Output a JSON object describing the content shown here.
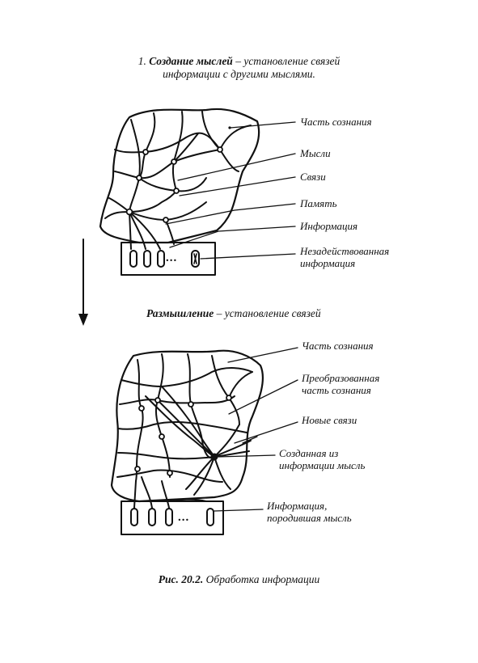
{
  "heading": {
    "number": "1.",
    "bold": "Создание мыслей",
    "rest_line1": " – установление связей",
    "line2": "информации с другими мыслями."
  },
  "top_labels": [
    "Часть сознания",
    "Мысли",
    "Связи",
    "Память",
    "Информация",
    "Незадействованная",
    "информация"
  ],
  "middle_heading": {
    "bold": "Размышление",
    "rest": " – установление связей"
  },
  "bottom_labels": [
    "Часть сознания",
    "Преобразованная",
    "часть сознания",
    "Новые связи",
    "Созданная из",
    "информации мысль",
    "Информация,",
    "породившая мысль"
  ],
  "ellipsis": "...",
  "caption": {
    "bold": "Рис. 20.2.",
    "rest": " Обработка информации"
  }
}
